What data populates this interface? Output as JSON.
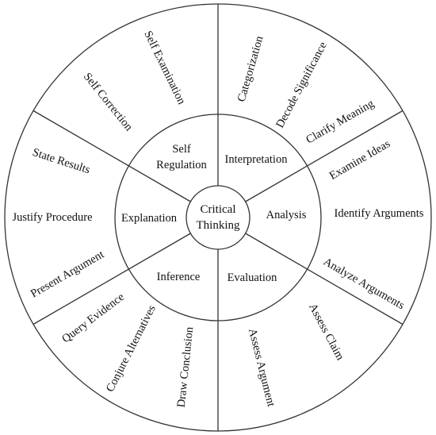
{
  "center": {
    "line1": "Critical",
    "line2": "Thinking"
  },
  "skills": [
    {
      "name": "Interpretation",
      "subskills": [
        "Categorization",
        "Decode Significance",
        "Clarify Meaning"
      ]
    },
    {
      "name": "Analysis",
      "subskills": [
        "Examine Ideas",
        "Identify Arguments",
        "Analyze Arguments"
      ]
    },
    {
      "name": "Evaluation",
      "subskills": [
        "Assess Claim",
        "Assess Argument"
      ]
    },
    {
      "name": "Inference",
      "subskills": [
        "Draw Conclusion",
        "Conjure Alternatives",
        "Query Evidence"
      ]
    },
    {
      "name": "Explanation",
      "subskills": [
        "Present Argument",
        "Justify Procedure",
        "State Results"
      ]
    },
    {
      "name": "Self Regulation",
      "subskills": [
        "Self Correction",
        "Self Examination"
      ]
    }
  ],
  "colors": {
    "stroke": "#333333",
    "text": "#111111",
    "background": "#ffffff"
  }
}
